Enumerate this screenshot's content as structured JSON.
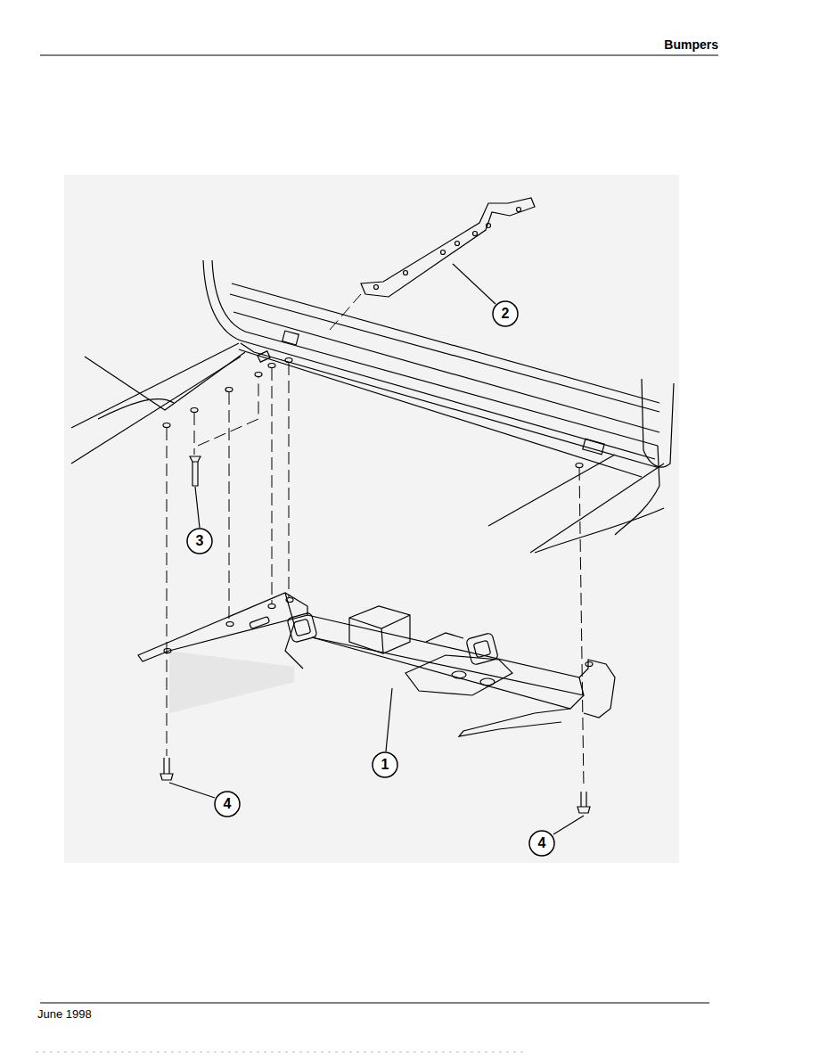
{
  "diagram": {
    "title": "Bumpers",
    "labels": [
      "2",
      "3",
      "1",
      "4",
      "4",
      "June 1998"
    ]
  }
}
